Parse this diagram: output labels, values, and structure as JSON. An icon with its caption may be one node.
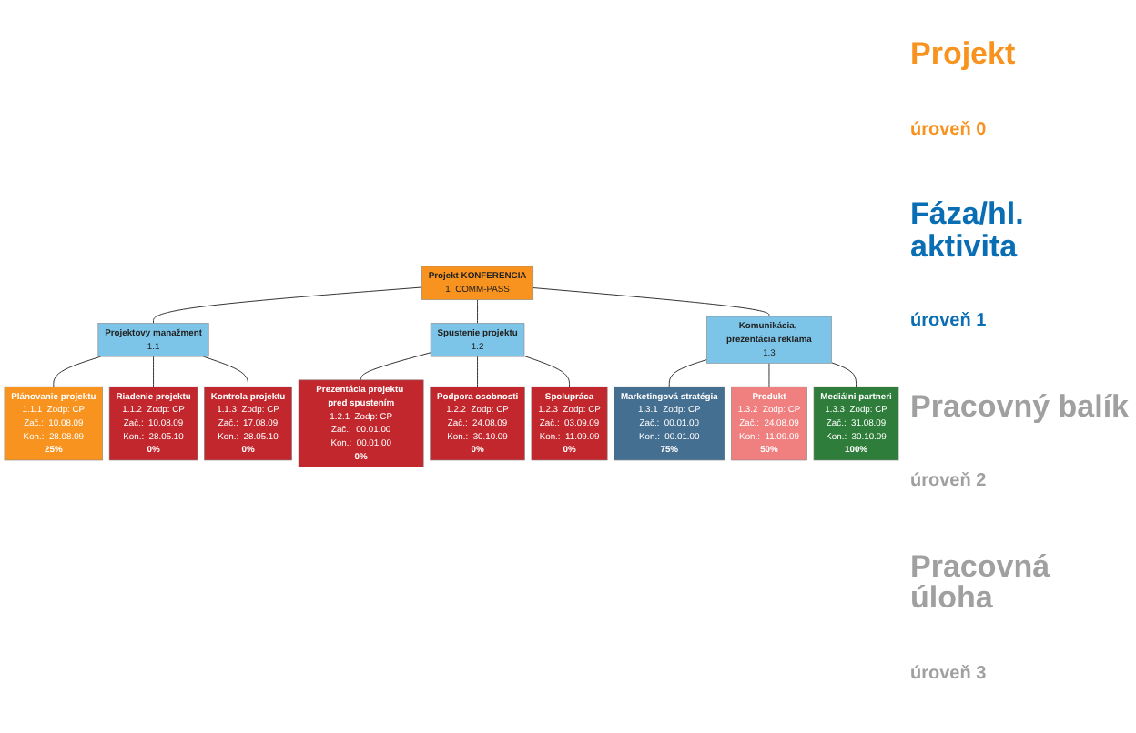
{
  "diagram": {
    "nodes": [
      {
        "text": [
          "Projekt KONFERENCIA",
          "1",
          "COMM-PASS"
        ]
      },
      {
        "text": [
          "Projektovy manažment",
          "1.1"
        ]
      },
      {
        "text": [
          "Spustenie projektu",
          "1.2"
        ]
      },
      {
        "text": [
          "Komunikácia, prezentácia reklama",
          "1.3"
        ]
      },
      {
        "text": [
          "Plánovanie projektu",
          "1.1.1",
          "Zodp: CP",
          "Zač.:",
          "10.08.09",
          "Kon.:",
          "28.08.09",
          "25%"
        ]
      },
      {
        "text": [
          "Riadenie projektu",
          "1.1.2",
          "Zodp: CP",
          "Zač.:",
          "10.08.09",
          "Kon.:",
          "28.05.10",
          "0%"
        ]
      },
      {
        "text": [
          "Kontrola projektu",
          "1.1.3",
          "Zodp: CP",
          "Zač.:",
          "17.08.09",
          "Kon.:",
          "28.05.10",
          "0%"
        ]
      },
      {
        "text": [
          "Prezentácia projektu pred spustením",
          "1.2.1",
          "Zodp: CP",
          "Zač.:",
          "00.01.00",
          "Kon.:",
          "00.01.00",
          "0%"
        ]
      },
      {
        "text": [
          "Podpora osobnosti",
          "1.2.2",
          "Zodp: CP",
          "Zač.:",
          "24.08.09",
          "Kon.:",
          "30.10.09",
          "0%"
        ]
      },
      {
        "text": [
          "Spolupráca",
          "1.2.3",
          "Zodp: CP",
          "Zač.:",
          "03.09.09",
          "Kon.:",
          "11.09.09",
          "0%"
        ]
      },
      {
        "text": [
          "Marketingová stratégia",
          "1.3.1",
          "Zodp: CP",
          "Zač.:",
          "00.01.00",
          "Kon.:",
          "00.01.00",
          "75%"
        ]
      },
      {
        "text": [
          "Produkt",
          "1.3.2",
          "Zodp: CP",
          "Zač.:",
          "24.08.09",
          "Kon.:",
          "11.09.09",
          "50%"
        ]
      },
      {
        "text": [
          "Mediálni partneri",
          "1.3.3",
          "Zodp: CP",
          "Zač.:",
          "31.08.09",
          "Kon.:",
          "30.10.09",
          "100%"
        ]
      }
    ],
    "edges": [
      {
        "from": 0,
        "to": 1,
        "arrow": "none"
      },
      {
        "from": 0,
        "to": 2,
        "arrow": "none"
      },
      {
        "from": 0,
        "to": 3,
        "arrow": "none"
      },
      {
        "from": 1,
        "to": 4,
        "arrow": "none"
      },
      {
        "from": 1,
        "to": 5,
        "arrow": "none"
      },
      {
        "from": 1,
        "to": 6,
        "arrow": "none"
      },
      {
        "from": 2,
        "to": 7,
        "arrow": "none"
      },
      {
        "from": 2,
        "to": 8,
        "arrow": "none"
      },
      {
        "from": 2,
        "to": 9,
        "arrow": "none"
      },
      {
        "from": 3,
        "to": 10,
        "arrow": "none"
      },
      {
        "from": 3,
        "to": 11,
        "arrow": "none"
      },
      {
        "from": 3,
        "to": 12,
        "arrow": "none"
      }
    ],
    "labels": [
      "Projekt",
      "úroveň 0",
      "Fáza/hl. aktivita",
      "úroveň 1",
      "Pracovný balík",
      "úroveň 2",
      "Pracovná úloha",
      "úroveň 3"
    ]
  }
}
